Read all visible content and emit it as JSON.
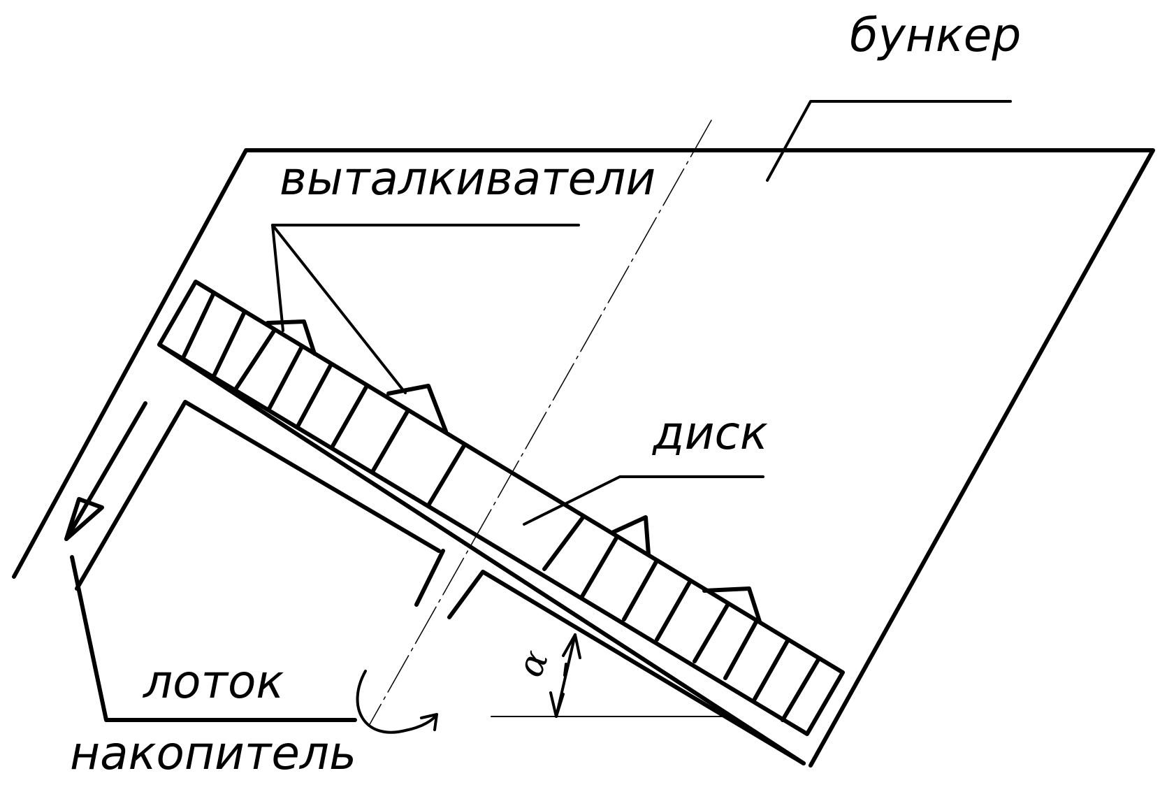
{
  "labels": {
    "hopper": "бункер",
    "pushers": "выталкиватели",
    "disk": "диск",
    "tray": "лоток",
    "accumulator": "накопитель",
    "angle": "α"
  }
}
